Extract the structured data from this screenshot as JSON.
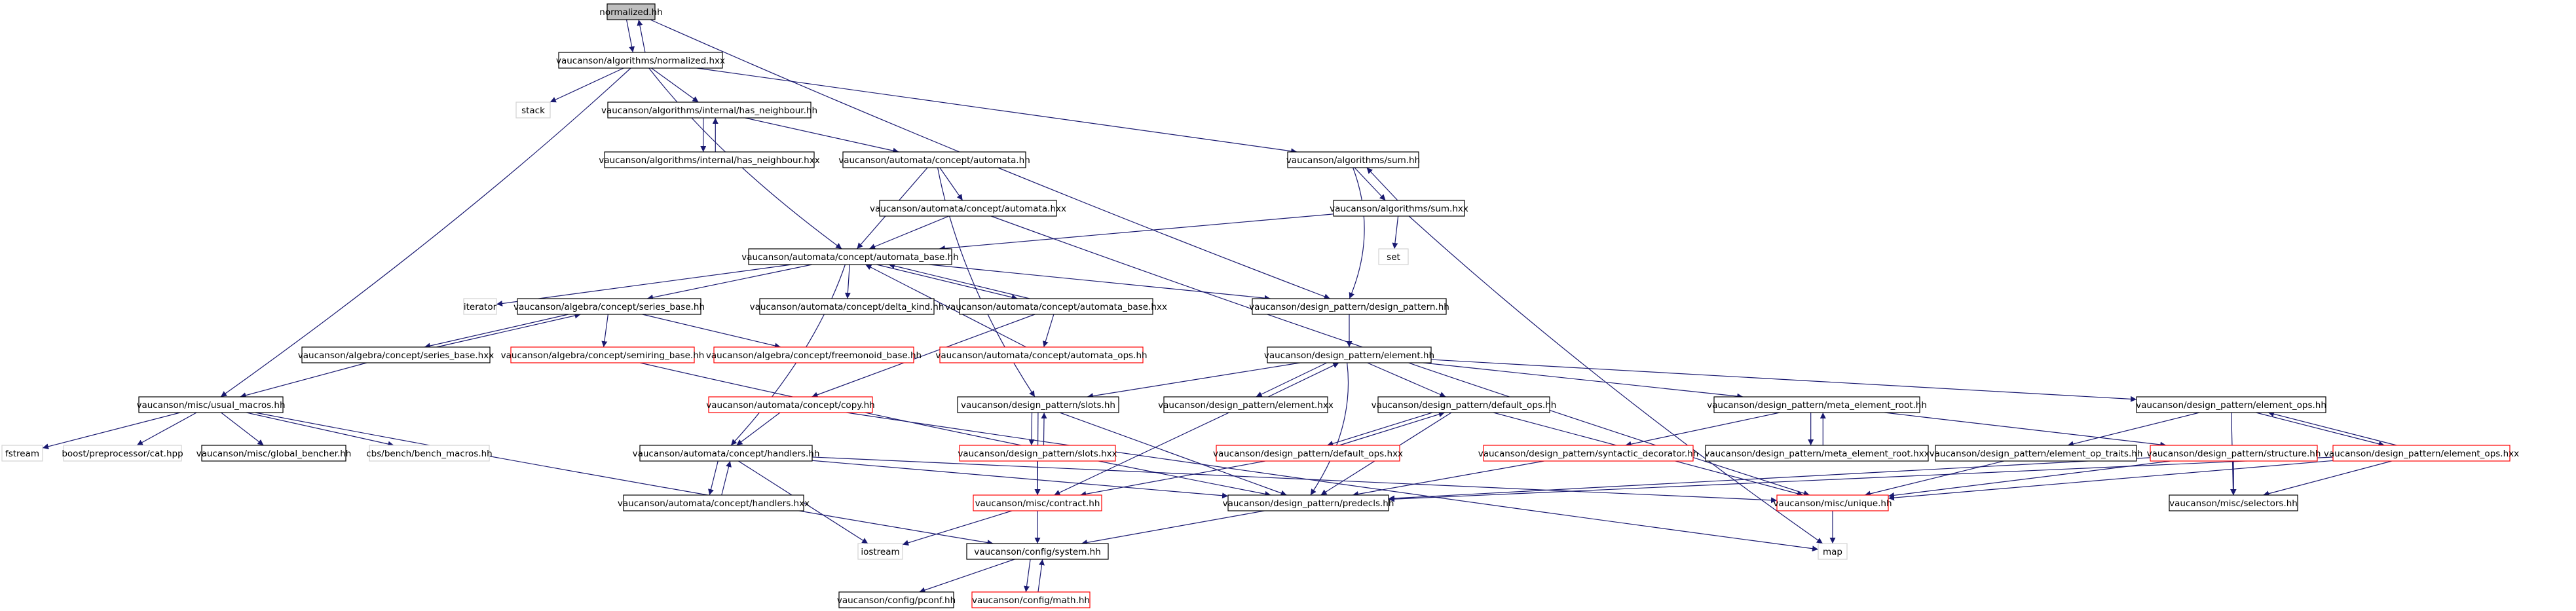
{
  "colors": {
    "background": "#ffffff",
    "edge": "#191970",
    "node_border": "#000000",
    "node_border_missing": "#ff0000",
    "node_border_external": "#d3d3d3",
    "root_fill": "#bfbfbf"
  },
  "nodes": [
    {
      "id": "n0",
      "label": "normalized.hh",
      "style": "root"
    },
    {
      "id": "n1",
      "label": "vaucanson/algorithms/normalized.hxx",
      "style": "normal"
    },
    {
      "id": "n2",
      "label": "stack",
      "style": "external"
    },
    {
      "id": "n3",
      "label": "vaucanson/algorithms/internal/has_neighbour.hh",
      "style": "normal"
    },
    {
      "id": "n4",
      "label": "vaucanson/algorithms/internal/has_neighbour.hxx",
      "style": "normal"
    },
    {
      "id": "n5",
      "label": "vaucanson/automata/concept/automata.hh",
      "style": "normal"
    },
    {
      "id": "n6",
      "label": "vaucanson/algorithms/sum.hh",
      "style": "normal"
    },
    {
      "id": "n7",
      "label": "vaucanson/algorithms/sum.hxx",
      "style": "normal"
    },
    {
      "id": "n8",
      "label": "set",
      "style": "external"
    },
    {
      "id": "n9",
      "label": "vaucanson/automata/concept/automata.hxx",
      "style": "normal"
    },
    {
      "id": "n10",
      "label": "vaucanson/automata/concept/automata_base.hh",
      "style": "normal"
    },
    {
      "id": "n11",
      "label": "iterator",
      "style": "external"
    },
    {
      "id": "n12",
      "label": "vaucanson/algebra/concept/series_base.hh",
      "style": "normal"
    },
    {
      "id": "n13",
      "label": "vaucanson/automata/concept/delta_kind.hh",
      "style": "normal"
    },
    {
      "id": "n14",
      "label": "vaucanson/automata/concept/automata_base.hxx",
      "style": "normal"
    },
    {
      "id": "n15",
      "label": "vaucanson/design_pattern/design_pattern.hh",
      "style": "normal"
    },
    {
      "id": "n16",
      "label": "vaucanson/algebra/concept/series_base.hxx",
      "style": "normal"
    },
    {
      "id": "n17",
      "label": "vaucanson/algebra/concept/semiring_base.hh",
      "style": "missing"
    },
    {
      "id": "n18",
      "label": "vaucanson/algebra/concept/freemonoid_base.hh",
      "style": "missing"
    },
    {
      "id": "n19",
      "label": "vaucanson/automata/concept/automata_ops.hh",
      "style": "missing"
    },
    {
      "id": "n20",
      "label": "vaucanson/design_pattern/element.hh",
      "style": "normal"
    },
    {
      "id": "n21",
      "label": "vaucanson/misc/usual_macros.hh",
      "style": "normal"
    },
    {
      "id": "n22",
      "label": "vaucanson/automata/concept/copy.hh",
      "style": "missing"
    },
    {
      "id": "n23",
      "label": "vaucanson/design_pattern/slots.hh",
      "style": "normal"
    },
    {
      "id": "n24",
      "label": "vaucanson/design_pattern/element.hxx",
      "style": "normal"
    },
    {
      "id": "n25",
      "label": "vaucanson/design_pattern/default_ops.hh",
      "style": "normal"
    },
    {
      "id": "n26",
      "label": "vaucanson/design_pattern/meta_element_root.hh",
      "style": "normal"
    },
    {
      "id": "n27",
      "label": "vaucanson/design_pattern/element_ops.hh",
      "style": "normal"
    },
    {
      "id": "n28",
      "label": "fstream",
      "style": "external"
    },
    {
      "id": "n29",
      "label": "boost/preprocessor/cat.hpp",
      "style": "external"
    },
    {
      "id": "n30",
      "label": "vaucanson/misc/global_bencher.hh",
      "style": "normal"
    },
    {
      "id": "n31",
      "label": "cbs/bench/bench_macros.hh",
      "style": "external"
    },
    {
      "id": "n32",
      "label": "vaucanson/automata/concept/handlers.hh",
      "style": "normal"
    },
    {
      "id": "n33",
      "label": "vaucanson/design_pattern/slots.hxx",
      "style": "missing"
    },
    {
      "id": "n34",
      "label": "vaucanson/design_pattern/default_ops.hxx",
      "style": "missing"
    },
    {
      "id": "n35",
      "label": "vaucanson/design_pattern/syntactic_decorator.hh",
      "style": "missing"
    },
    {
      "id": "n36",
      "label": "vaucanson/design_pattern/meta_element_root.hxx",
      "style": "normal"
    },
    {
      "id": "n37",
      "label": "vaucanson/design_pattern/element_op_traits.hh",
      "style": "normal"
    },
    {
      "id": "n38",
      "label": "vaucanson/design_pattern/structure.hh",
      "style": "missing"
    },
    {
      "id": "n39",
      "label": "vaucanson/design_pattern/element_ops.hxx",
      "style": "missing"
    },
    {
      "id": "n40",
      "label": "vaucanson/automata/concept/handlers.hxx",
      "style": "normal"
    },
    {
      "id": "n41",
      "label": "vaucanson/misc/contract.hh",
      "style": "missing"
    },
    {
      "id": "n42",
      "label": "vaucanson/design_pattern/predecls.hh",
      "style": "normal"
    },
    {
      "id": "n43",
      "label": "vaucanson/misc/unique.hh",
      "style": "missing"
    },
    {
      "id": "n44",
      "label": "vaucanson/misc/selectors.hh",
      "style": "normal"
    },
    {
      "id": "n45",
      "label": "iostream",
      "style": "external"
    },
    {
      "id": "n46",
      "label": "vaucanson/config/system.hh",
      "style": "normal"
    },
    {
      "id": "n47",
      "label": "map",
      "style": "external"
    },
    {
      "id": "n48",
      "label": "vaucanson/config/pconf.hh",
      "style": "normal"
    },
    {
      "id": "n49",
      "label": "vaucanson/config/math.hh",
      "style": "missing"
    }
  ]
}
